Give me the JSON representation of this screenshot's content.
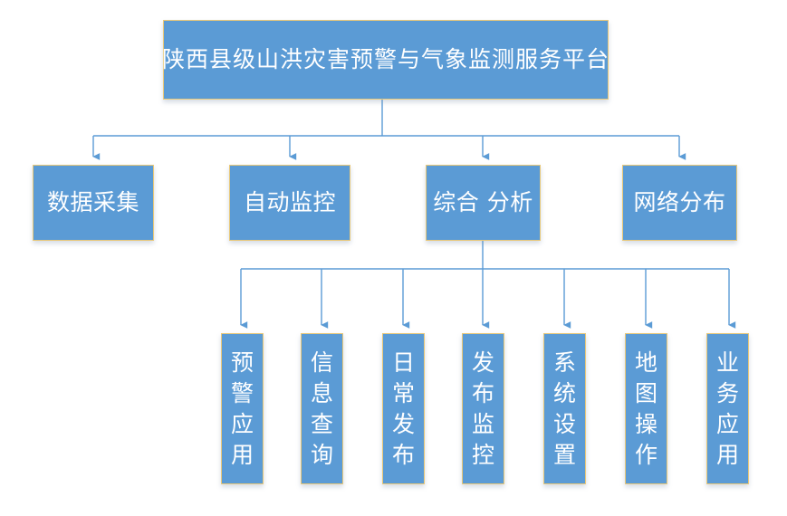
{
  "diagram": {
    "type": "organizational-hierarchy-tree",
    "orientation": "top-down",
    "background_color": "#FFFFFF",
    "node_fill_color": "#5B9BD5",
    "node_border_color": "#E8C87A",
    "node_text_color": "#FFFFFF",
    "connector_color": "#5B9BD5",
    "root": {
      "id": "root",
      "label": "陕西县级山洪灾害预警与气象监测服务平台"
    },
    "level2": [
      {
        "id": "l2-0",
        "label": "数据采集"
      },
      {
        "id": "l2-1",
        "label": "自动监控"
      },
      {
        "id": "l2-2",
        "label": "综合 分析"
      },
      {
        "id": "l2-3",
        "label": "网络分布"
      }
    ],
    "level3_parent": "综合 分析",
    "level3": [
      {
        "id": "l3-0",
        "label": "预警应用",
        "label_vertical": "预\n警\n应\n用"
      },
      {
        "id": "l3-1",
        "label": "信息查询",
        "label_vertical": "信\n息\n查\n询"
      },
      {
        "id": "l3-2",
        "label": "日常发布",
        "label_vertical": "日\n常\n发\n布"
      },
      {
        "id": "l3-3",
        "label": "发布监控",
        "label_vertical": "发\n布\n监\n控"
      },
      {
        "id": "l3-4",
        "label": "系统设置",
        "label_vertical": "系\n统\n设\n置"
      },
      {
        "id": "l3-5",
        "label": "地图操作",
        "label_vertical": "地\n图\n操\n作"
      },
      {
        "id": "l3-6",
        "label": "业务应用",
        "label_vertical": "业\n务\n应\n用"
      }
    ]
  }
}
